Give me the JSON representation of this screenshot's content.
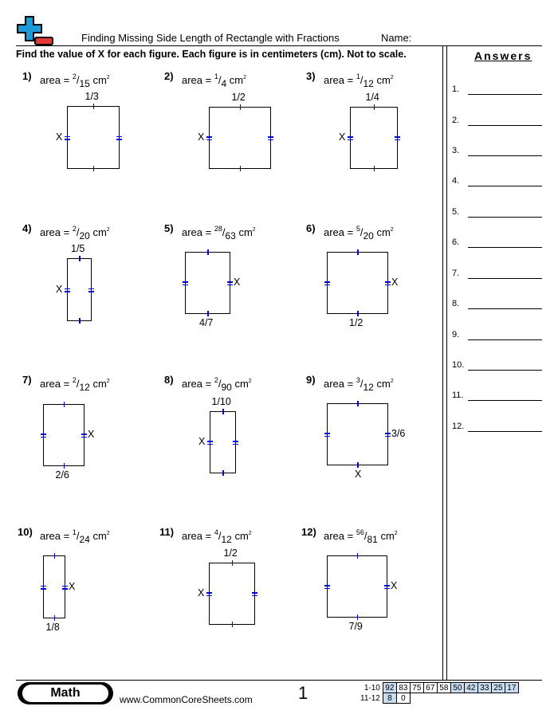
{
  "header": {
    "title": "Finding Missing Side Length of Rectangle with Fractions",
    "name_label": "Name:",
    "instructions": "Find the value of X for each figure. Each figure is in centimeters (cm). Not to scale."
  },
  "answers": {
    "heading": "Answers",
    "items": [
      "1.",
      "2.",
      "3.",
      "4.",
      "5.",
      "6.",
      "7.",
      "8.",
      "9.",
      "10.",
      "11.",
      "12."
    ]
  },
  "area_prefix": "area = ",
  "area_unit": "cm",
  "unit_exponent": "2",
  "problems": [
    {
      "num": "1)",
      "num_area": "2",
      "den_area": "15",
      "top": "1/3",
      "left": "X",
      "right": "",
      "bottom": ""
    },
    {
      "num": "2)",
      "num_area": "1",
      "den_area": "4",
      "top": "1/2",
      "left": "X",
      "right": "",
      "bottom": ""
    },
    {
      "num": "3)",
      "num_area": "1",
      "den_area": "12",
      "top": "1/4",
      "left": "X",
      "right": "",
      "bottom": ""
    },
    {
      "num": "4)",
      "num_area": "2",
      "den_area": "20",
      "top": "1/5",
      "left": "X",
      "right": "",
      "bottom": ""
    },
    {
      "num": "5)",
      "num_area": "28",
      "den_area": "63",
      "top": "",
      "left": "",
      "right": "X",
      "bottom": "4/7"
    },
    {
      "num": "6)",
      "num_area": "5",
      "den_area": "20",
      "top": "",
      "left": "",
      "right": "X",
      "bottom": "1/2"
    },
    {
      "num": "7)",
      "num_area": "2",
      "den_area": "12",
      "top": "",
      "left": "",
      "right": "X",
      "bottom": "2/6"
    },
    {
      "num": "8)",
      "num_area": "2",
      "den_area": "90",
      "top": "1/10",
      "left": "X",
      "right": "",
      "bottom": ""
    },
    {
      "num": "9)",
      "num_area": "3",
      "den_area": "12",
      "top": "",
      "left": "",
      "right": "3/6",
      "bottom": "X"
    },
    {
      "num": "10)",
      "num_area": "1",
      "den_area": "24",
      "top": "",
      "left": "",
      "right": "X",
      "bottom": "1/8"
    },
    {
      "num": "11)",
      "num_area": "4",
      "den_area": "12",
      "top": "1/2",
      "left": "X",
      "right": "",
      "bottom": ""
    },
    {
      "num": "12)",
      "num_area": "56",
      "den_area": "81",
      "top": "",
      "left": "",
      "right": "X",
      "bottom": "7/9"
    }
  ],
  "footer": {
    "subject": "Math",
    "site": "www.CommonCoreSheets.com",
    "page": "1",
    "score_rows": [
      {
        "label": "1-10",
        "values": [
          "92",
          "83",
          "75",
          "67",
          "58",
          "50",
          "42",
          "33",
          "25",
          "17"
        ]
      },
      {
        "label": "11-12",
        "values": [
          "8",
          "0"
        ]
      }
    ]
  },
  "colors": {
    "tick": "#0000dd",
    "logo_blue": "#1e9ad6",
    "logo_red": "#e53935"
  }
}
